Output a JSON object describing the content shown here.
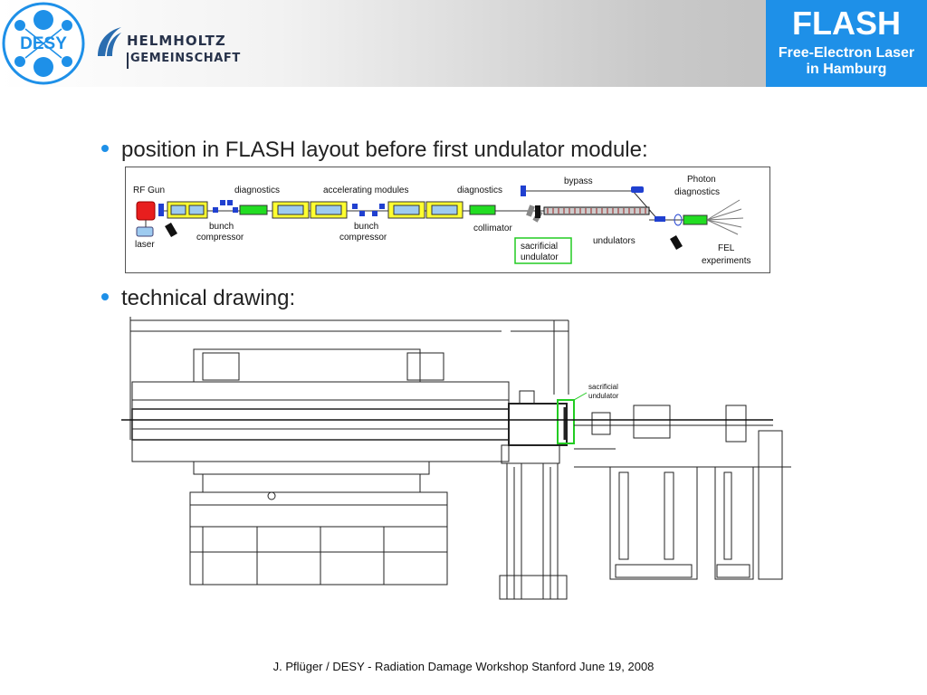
{
  "header": {
    "desy_logo_text": "DESY",
    "helmholtz_line1": "HELMHOLTZ",
    "helmholtz_line2": "GEMEINSCHAFT",
    "flash_title": "FLASH",
    "flash_subtitle_1": "Free-Electron Laser",
    "flash_subtitle_2": "in Hamburg",
    "colors": {
      "flash_blue": "#1e90e8",
      "desy_blue": "#1e90e8",
      "helmholtz_navy": "#27324a"
    }
  },
  "bullets": [
    {
      "text": "position in FLASH layout before first undulator module:"
    },
    {
      "text": "technical drawing:"
    }
  ],
  "layout_diagram": {
    "labels": {
      "rf_gun": "RF Gun",
      "laser": "laser",
      "diagnostics_1": "diagnostics",
      "bunch_compressor_1_a": "bunch",
      "bunch_compressor_1_b": "compressor",
      "accelerating_modules": "accelerating modules",
      "bunch_compressor_2_a": "bunch",
      "bunch_compressor_2_b": "compressor",
      "diagnostics_2": "diagnostics",
      "collimator": "collimator",
      "bypass": "bypass",
      "sacrificial_a": "sacrificial",
      "sacrificial_b": "undulator",
      "undulators": "undulators",
      "photon_diag_a": "Photon",
      "photon_diag_b": "diagnostics",
      "fel_a": "FEL",
      "fel_b": "experiments"
    }
  },
  "drawing": {
    "callout_a": "sacrificial",
    "callout_b": "undulator"
  },
  "footer": {
    "text": "J. Pflüger / DESY  - Radiation Damage Workshop Stanford June 19, 2008"
  }
}
